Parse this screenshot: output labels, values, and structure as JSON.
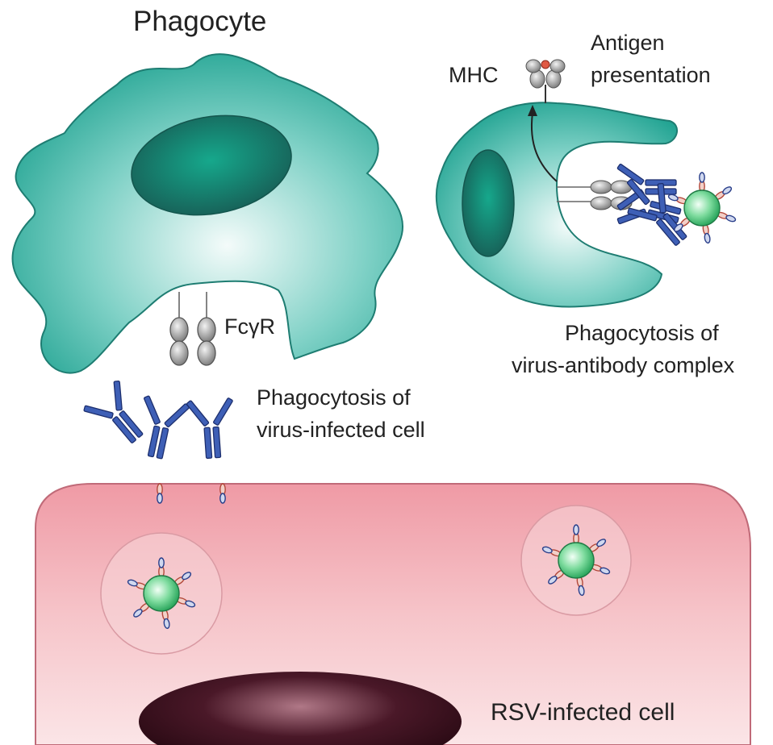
{
  "labels": {
    "phagocyte": "Phagocyte",
    "fcgr": "FcγR",
    "mhc": "MHC",
    "antigen_line1": "Antigen",
    "antigen_line2": "presentation",
    "phago_infected_line1": "Phagocytosis of",
    "phago_infected_line2": "virus-infected cell",
    "phago_complex_line1": "Phagocytosis of",
    "phago_complex_line2": "virus-antibody complex",
    "rsv_cell": "RSV-infected cell"
  },
  "colors": {
    "phagocyte_fill": "#2aa898",
    "phagocyte_edge": "#1e7d72",
    "phagocyte_nucleus": "#1a6a60",
    "infected_cell_fill": "#f0a0aa",
    "infected_nucleus": "#3a1420",
    "antibody": "#3a5bb0",
    "receptor": "#a8a8a8",
    "virus": "#5fcf8a"
  }
}
